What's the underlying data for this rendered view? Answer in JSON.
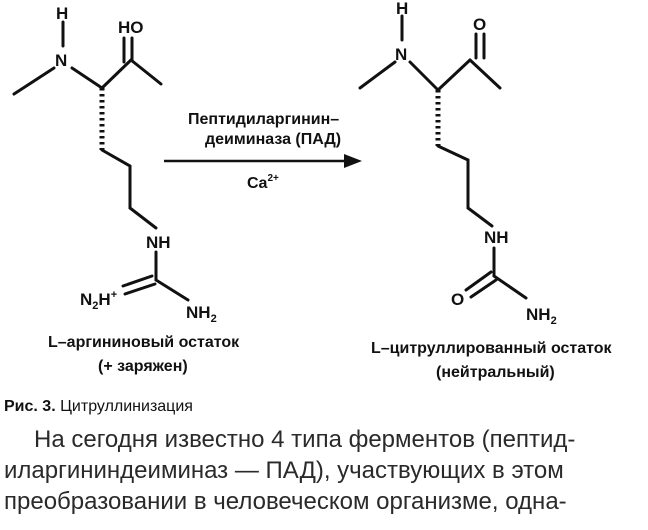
{
  "scheme": {
    "arginine": {
      "H": "H",
      "N": "N",
      "HO": "HO",
      "NH": "NH",
      "N2H": "N",
      "N2H_sub": "2",
      "N2H_h": "H",
      "N2H_sup": "+",
      "NH2": "NH",
      "NH2_sub": "2",
      "label": "L–аргининовый остаток",
      "sublabel": "(+ заряжен)"
    },
    "enzyme": {
      "line1": "Пептидиларгинин–",
      "line2": "деиминаза (ПАД)",
      "cofactor": "Ca",
      "cofactor_sup": "2+"
    },
    "citrulline": {
      "H": "H",
      "N": "N",
      "O": "O",
      "NH": "NH",
      "O2": "O",
      "NH2": "NH",
      "NH2_sub": "2",
      "label": "L–цитруллированный остаток",
      "sublabel": "(нейтральный)"
    }
  },
  "caption": {
    "number": "Рис. 3.",
    "text": "Цитруллинизация"
  },
  "body": {
    "line1": "На сегодня известно 4 типа ферментов (пептид-",
    "line2": "иларгининдеиминаз — ПАД), участвующих в этом",
    "line3": "преобразовании в человеческом организме, одна-"
  }
}
